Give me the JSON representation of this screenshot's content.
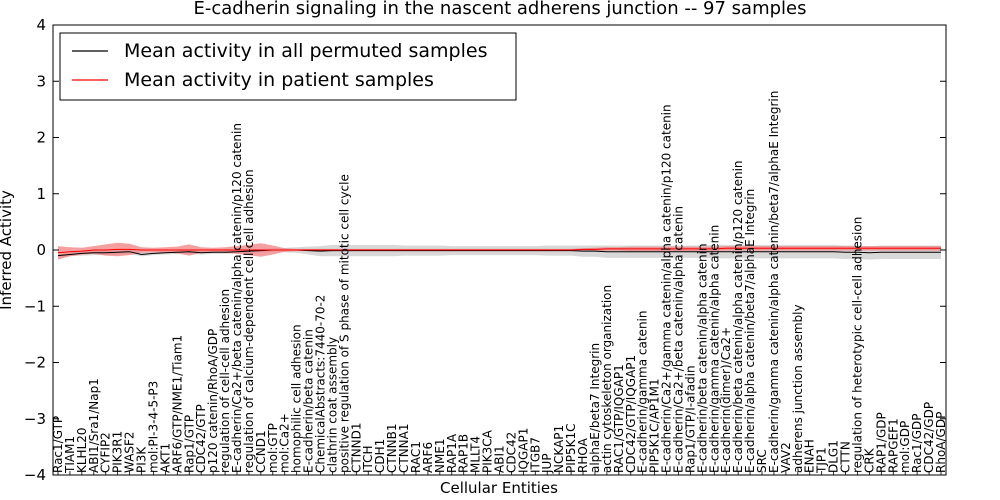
{
  "chart_data": {
    "type": "line",
    "title": "E-cadherin signaling in the nascent adherens junction -- 97 samples",
    "xlabel": "Cellular Entities",
    "ylabel": "Inferred Activity",
    "ylim": [
      -4,
      4
    ],
    "yticks": [
      "−4",
      "−3",
      "−2",
      "−1",
      "0",
      "1",
      "2",
      "3",
      "4"
    ],
    "grid": false,
    "legend_position": "top-left",
    "categories": [
      "Rac1/GTP",
      "TIAM1",
      "KLHL20",
      "ABI1/Sra1/Nap1",
      "CYFIP2",
      "PIK3R1",
      "WASF2",
      "PI3K",
      "mol:PI-3-4-5-P3",
      "AKT1",
      "ARF6/GTP/NME1/Tiam1",
      "Rap1/GTP",
      "CDC42/GTP",
      "p120 catenin/RhoA/GDP",
      "regulation of cell-cell adhesion",
      "E-cadherin/Ca2+/beta catenin/alpha catenin/p120 catenin",
      "regulation of calcium-dependent cell-cell adhesion",
      "CCND1",
      "mol:GTP",
      "mol:Ca2+",
      "homophilic cell adhesion",
      "E-cadherin/beta catenin",
      "ChemicalAbstracts:7440-70-2",
      "clathrin coat assembly",
      "positive regulation of S phase of mitotic cell cycle",
      "CTNND1",
      "ITCH",
      "CDH1",
      "CTNNB1",
      "CTNNA1",
      "RAC1",
      "ARF6",
      "NME1",
      "RAP1A",
      "RAP1B",
      "MLLT4",
      "PIK3CA",
      "ABI1",
      "CDC42",
      "IQGAP1",
      "ITGB7",
      "JUP",
      "NCKAP1",
      "PIP5K1C",
      "RHOA",
      "alphaE/beta7 Integrin",
      "actin cytoskeleton organization",
      "RAC1/GTP/IQGAP1",
      "CDC42/GTP/IQGAP1",
      "E-cadherin/gamma catenin",
      "PIP5K1C/AP1M1",
      "E-cadherin/Ca2+/gamma catenin/alpha catenin/p120 catenin",
      "E-cadherin/Ca2+/beta catenin/alpha catenin",
      "Rap1/GTP/I-afadin",
      "E-cadherin/beta catenin/alpha catenin",
      "E-cadherin/gamma catenin/alpha catenin",
      "E-cadherin(dimer)/Ca2+",
      "E-cadherin/beta catenin/alpha catenin/p120 catenin",
      "E-cadherin/alpha catenin/beta7/alphaE Integrin",
      "SRC",
      "E-cadherin/gamma catenin/alpha catenin/beta7/alphaE Integrin",
      "VAV2",
      "adherens junction assembly",
      "ENAH",
      "TJP1",
      "DLG1",
      "CTTN",
      "regulation of heterotypic cell-cell adhesion",
      "CRK",
      "RAP1/GDP",
      "RAPGEF1",
      "mol:GDP",
      "Rac1/GDP",
      "CDC42/GDP",
      "RhoA/GDP"
    ],
    "series": [
      {
        "name": "Mean activity in all permuted samples",
        "color": "#000000",
        "band_color": "#c8c8c8",
        "values": [
          -0.1,
          -0.08,
          -0.06,
          -0.05,
          -0.05,
          -0.04,
          -0.03,
          -0.08,
          -0.06,
          -0.05,
          -0.04,
          -0.03,
          -0.05,
          -0.04,
          -0.04,
          -0.03,
          -0.02,
          -0.01,
          0.0,
          0.0,
          0.0,
          -0.01,
          -0.02,
          -0.01,
          -0.01,
          -0.01,
          -0.01,
          -0.01,
          -0.01,
          -0.01,
          -0.01,
          -0.01,
          -0.01,
          -0.01,
          -0.01,
          -0.01,
          -0.01,
          -0.01,
          -0.01,
          -0.01,
          -0.01,
          -0.01,
          -0.01,
          -0.01,
          -0.02,
          -0.02,
          -0.03,
          -0.03,
          -0.03,
          -0.03,
          -0.03,
          -0.03,
          -0.03,
          -0.03,
          -0.03,
          -0.03,
          -0.03,
          -0.03,
          -0.03,
          -0.03,
          -0.03,
          -0.03,
          -0.03,
          -0.03,
          -0.03,
          -0.03,
          -0.04,
          -0.04,
          -0.05,
          -0.04,
          -0.04,
          -0.04,
          -0.04,
          -0.04,
          -0.04
        ],
        "spread": [
          0.02,
          0.03,
          0.04,
          0.04,
          0.04,
          0.04,
          0.04,
          0.03,
          0.03,
          0.03,
          0.03,
          0.03,
          0.03,
          0.03,
          0.03,
          0.03,
          0.03,
          0.03,
          0.03,
          0.04,
          0.05,
          0.07,
          0.09,
          0.1,
          0.1,
          0.1,
          0.1,
          0.1,
          0.1,
          0.09,
          0.09,
          0.09,
          0.09,
          0.08,
          0.08,
          0.08,
          0.08,
          0.08,
          0.08,
          0.08,
          0.08,
          0.09,
          0.09,
          0.09,
          0.1,
          0.1,
          0.11,
          0.11,
          0.11,
          0.11,
          0.11,
          0.11,
          0.11,
          0.11,
          0.11,
          0.12,
          0.12,
          0.12,
          0.12,
          0.12,
          0.12,
          0.12,
          0.12,
          0.12,
          0.12,
          0.12,
          0.12,
          0.12,
          0.12,
          0.12,
          0.12,
          0.12,
          0.12,
          0.12,
          0.12
        ]
      },
      {
        "name": "Mean activity in patient samples",
        "color": "#ff0000",
        "band_color": "#f08080",
        "values": [
          -0.05,
          -0.03,
          -0.02,
          0.0,
          0.0,
          0.01,
          0.01,
          0.0,
          0.0,
          0.0,
          0.0,
          0.0,
          0.0,
          0.0,
          0.0,
          0.0,
          0.0,
          0.0,
          0.0,
          0.0,
          0.0,
          0.0,
          0.0,
          0.0,
          0.0,
          0.0,
          0.0,
          0.0,
          0.0,
          0.0,
          0.0,
          0.0,
          0.0,
          0.0,
          0.0,
          0.0,
          0.0,
          0.0,
          0.0,
          0.0,
          0.0,
          0.0,
          0.0,
          0.0,
          0.01,
          0.01,
          0.02,
          0.02,
          0.02,
          0.02,
          0.02,
          0.02,
          0.02,
          0.02,
          0.02,
          0.02,
          0.03,
          0.03,
          0.03,
          0.03,
          0.03,
          0.03,
          0.03,
          0.03,
          0.03,
          0.03,
          0.03,
          0.03,
          0.03,
          0.03,
          0.03,
          0.03,
          0.03,
          0.03,
          0.03
        ],
        "spread": [
          0.12,
          0.08,
          0.06,
          0.07,
          0.1,
          0.12,
          0.1,
          0.05,
          0.04,
          0.05,
          0.06,
          0.1,
          0.05,
          0.04,
          0.05,
          0.07,
          0.09,
          0.12,
          0.08,
          0.03,
          0.02,
          0.02,
          0.02,
          0.02,
          0.02,
          0.02,
          0.02,
          0.02,
          0.02,
          0.02,
          0.02,
          0.02,
          0.02,
          0.02,
          0.02,
          0.02,
          0.02,
          0.02,
          0.02,
          0.02,
          0.02,
          0.02,
          0.02,
          0.02,
          0.02,
          0.03,
          0.03,
          0.03,
          0.04,
          0.04,
          0.04,
          0.04,
          0.04,
          0.04,
          0.04,
          0.04,
          0.04,
          0.04,
          0.04,
          0.04,
          0.04,
          0.04,
          0.04,
          0.04,
          0.04,
          0.04,
          0.04,
          0.04,
          0.04,
          0.04,
          0.04,
          0.04,
          0.04,
          0.04,
          0.04
        ]
      }
    ]
  }
}
